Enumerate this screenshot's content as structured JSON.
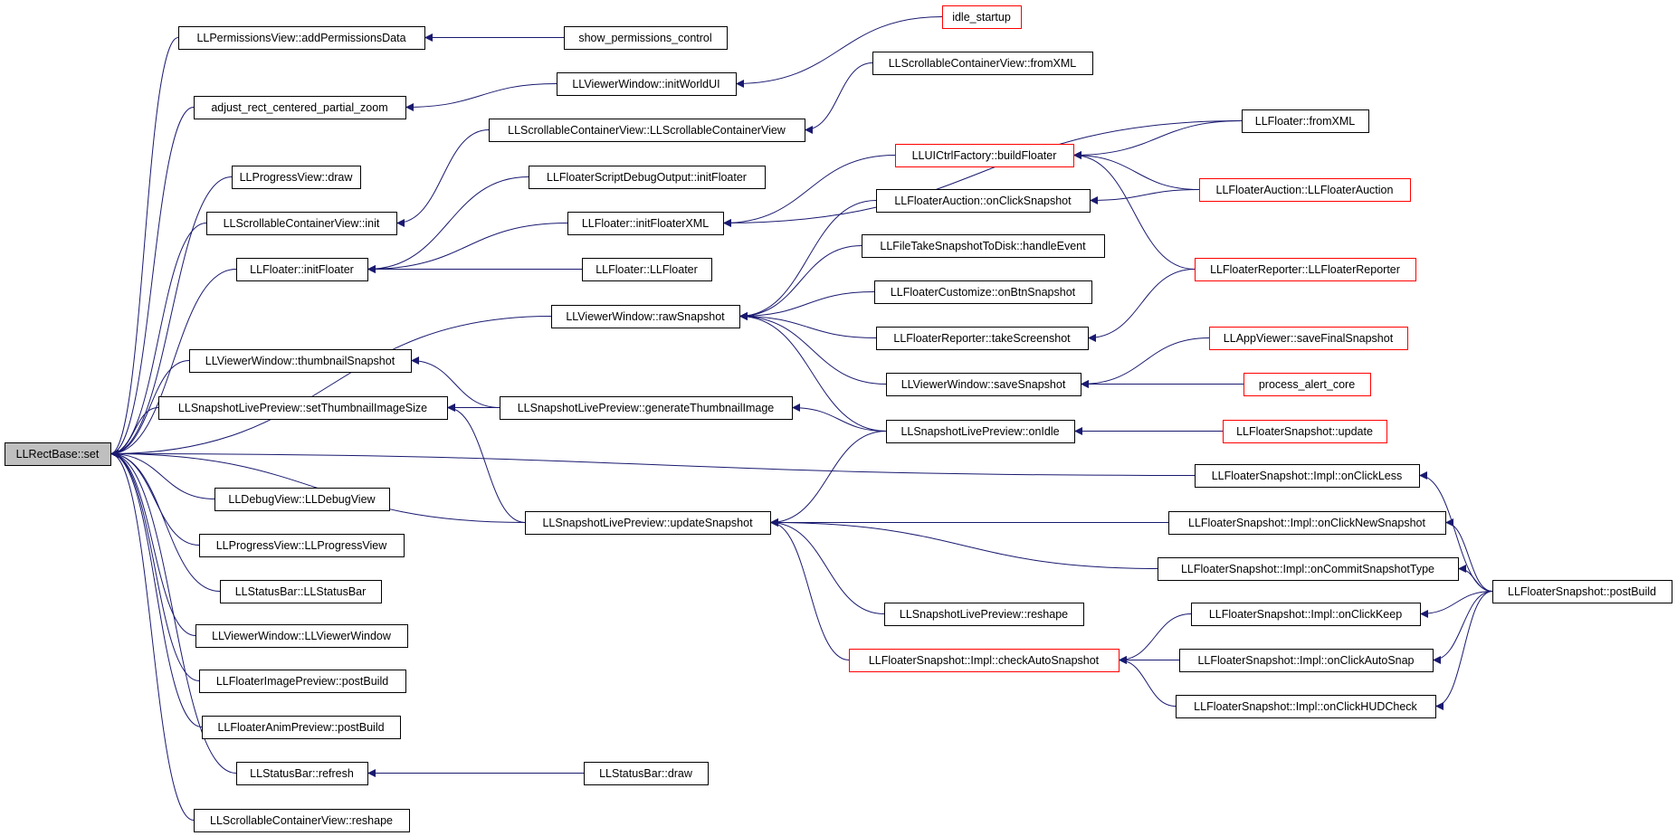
{
  "diagram": {
    "type": "caller-graph",
    "edge_color": "#191970",
    "highlight_border_color": "#ff0000",
    "nodes": [
      {
        "id": "n0",
        "label": "LLRectBase::set",
        "root": true
      },
      {
        "id": "n1",
        "label": "LLPermissionsView::addPermissionsData"
      },
      {
        "id": "n2",
        "label": "show_permissions_control"
      },
      {
        "id": "n3",
        "label": "adjust_rect_centered_partial_zoom"
      },
      {
        "id": "n4",
        "label": "LLViewerWindow::initWorldUI"
      },
      {
        "id": "n5",
        "label": "idle_startup",
        "red": true
      },
      {
        "id": "n6",
        "label": "LLProgressView::draw"
      },
      {
        "id": "n7",
        "label": "LLScrollableContainerView::init"
      },
      {
        "id": "n8",
        "label": "LLScrollableContainerView::LLScrollableContainerView"
      },
      {
        "id": "n9",
        "label": "LLScrollableContainerView::fromXML"
      },
      {
        "id": "n10",
        "label": "LLFloater::initFloater"
      },
      {
        "id": "n11",
        "label": "LLFloaterScriptDebugOutput::initFloater"
      },
      {
        "id": "n12",
        "label": "LLFloater::initFloaterXML"
      },
      {
        "id": "n13",
        "label": "LLFloater::LLFloater"
      },
      {
        "id": "n14",
        "label": "LLUICtrlFactory::buildFloater",
        "red": true
      },
      {
        "id": "n15",
        "label": "LLFloater::fromXML"
      },
      {
        "id": "n16",
        "label": "LLFloaterAuction::onClickSnapshot"
      },
      {
        "id": "n17",
        "label": "LLFloaterAuction::LLFloaterAuction",
        "red": true
      },
      {
        "id": "n18",
        "label": "LLFileTakeSnapshotToDisk::handleEvent"
      },
      {
        "id": "n19",
        "label": "LLFloaterReporter::LLFloaterReporter",
        "red": true
      },
      {
        "id": "n20",
        "label": "LLFloaterCustomize::onBtnSnapshot"
      },
      {
        "id": "n21",
        "label": "LLViewerWindow::rawSnapshot"
      },
      {
        "id": "n22",
        "label": "LLFloaterReporter::takeScreenshot"
      },
      {
        "id": "n23",
        "label": "LLAppViewer::saveFinalSnapshot",
        "red": true
      },
      {
        "id": "n24",
        "label": "LLViewerWindow::thumbnailSnapshot"
      },
      {
        "id": "n25",
        "label": "LLViewerWindow::saveSnapshot"
      },
      {
        "id": "n26",
        "label": "process_alert_core",
        "red": true
      },
      {
        "id": "n27",
        "label": "LLSnapshotLivePreview::setThumbnailImageSize"
      },
      {
        "id": "n28",
        "label": "LLSnapshotLivePreview::generateThumbnailImage"
      },
      {
        "id": "n29",
        "label": "LLSnapshotLivePreview::onIdle"
      },
      {
        "id": "n30",
        "label": "LLFloaterSnapshot::update",
        "red": true
      },
      {
        "id": "n31",
        "label": "LLFloaterSnapshot::Impl::onClickLess"
      },
      {
        "id": "n32",
        "label": "LLDebugView::LLDebugView"
      },
      {
        "id": "n33",
        "label": "LLSnapshotLivePreview::updateSnapshot"
      },
      {
        "id": "n34",
        "label": "LLFloaterSnapshot::Impl::onClickNewSnapshot"
      },
      {
        "id": "n35",
        "label": "LLProgressView::LLProgressView"
      },
      {
        "id": "n36",
        "label": "LLFloaterSnapshot::Impl::onCommitSnapshotType"
      },
      {
        "id": "n37",
        "label": "LLStatusBar::LLStatusBar"
      },
      {
        "id": "n38",
        "label": "LLFloaterSnapshot::postBuild"
      },
      {
        "id": "n39",
        "label": "LLSnapshotLivePreview::reshape"
      },
      {
        "id": "n40",
        "label": "LLFloaterSnapshot::Impl::onClickKeep"
      },
      {
        "id": "n41",
        "label": "LLViewerWindow::LLViewerWindow"
      },
      {
        "id": "n42",
        "label": "LLFloaterSnapshot::Impl::checkAutoSnapshot",
        "red": true
      },
      {
        "id": "n43",
        "label": "LLFloaterSnapshot::Impl::onClickAutoSnap"
      },
      {
        "id": "n44",
        "label": "LLFloaterImagePreview::postBuild"
      },
      {
        "id": "n45",
        "label": "LLFloaterSnapshot::Impl::onClickHUDCheck"
      },
      {
        "id": "n46",
        "label": "LLFloaterAnimPreview::postBuild"
      },
      {
        "id": "n47",
        "label": "LLStatusBar::refresh"
      },
      {
        "id": "n48",
        "label": "LLStatusBar::draw"
      },
      {
        "id": "n49",
        "label": "LLScrollableContainerView::reshape"
      }
    ],
    "edges": [
      {
        "from": "n1",
        "to": "n0"
      },
      {
        "from": "n3",
        "to": "n0"
      },
      {
        "from": "n6",
        "to": "n0"
      },
      {
        "from": "n7",
        "to": "n0"
      },
      {
        "from": "n10",
        "to": "n0"
      },
      {
        "from": "n21",
        "to": "n0"
      },
      {
        "from": "n24",
        "to": "n0"
      },
      {
        "from": "n27",
        "to": "n0"
      },
      {
        "from": "n33",
        "to": "n0"
      },
      {
        "from": "n31",
        "to": "n0"
      },
      {
        "from": "n32",
        "to": "n0"
      },
      {
        "from": "n35",
        "to": "n0"
      },
      {
        "from": "n37",
        "to": "n0"
      },
      {
        "from": "n41",
        "to": "n0"
      },
      {
        "from": "n44",
        "to": "n0"
      },
      {
        "from": "n46",
        "to": "n0"
      },
      {
        "from": "n47",
        "to": "n0"
      },
      {
        "from": "n49",
        "to": "n0"
      },
      {
        "from": "n2",
        "to": "n1"
      },
      {
        "from": "n4",
        "to": "n3"
      },
      {
        "from": "n5",
        "to": "n4"
      },
      {
        "from": "n8",
        "to": "n7"
      },
      {
        "from": "n9",
        "to": "n8"
      },
      {
        "from": "n11",
        "to": "n10"
      },
      {
        "from": "n12",
        "to": "n10"
      },
      {
        "from": "n13",
        "to": "n10"
      },
      {
        "from": "n14",
        "to": "n12"
      },
      {
        "from": "n15",
        "to": "n12"
      },
      {
        "from": "n15",
        "to": "n14"
      },
      {
        "from": "n17",
        "to": "n14"
      },
      {
        "from": "n19",
        "to": "n14"
      },
      {
        "from": "n16",
        "to": "n21"
      },
      {
        "from": "n18",
        "to": "n21"
      },
      {
        "from": "n20",
        "to": "n21"
      },
      {
        "from": "n22",
        "to": "n21"
      },
      {
        "from": "n25",
        "to": "n21"
      },
      {
        "from": "n29",
        "to": "n21"
      },
      {
        "from": "n17",
        "to": "n16"
      },
      {
        "from": "n19",
        "to": "n22"
      },
      {
        "from": "n23",
        "to": "n25"
      },
      {
        "from": "n26",
        "to": "n25"
      },
      {
        "from": "n28",
        "to": "n24"
      },
      {
        "from": "n28",
        "to": "n27"
      },
      {
        "from": "n33",
        "to": "n27"
      },
      {
        "from": "n29",
        "to": "n28"
      },
      {
        "from": "n30",
        "to": "n29"
      },
      {
        "from": "n29",
        "to": "n33"
      },
      {
        "from": "n34",
        "to": "n33"
      },
      {
        "from": "n36",
        "to": "n33"
      },
      {
        "from": "n39",
        "to": "n33"
      },
      {
        "from": "n42",
        "to": "n33"
      },
      {
        "from": "n38",
        "to": "n31"
      },
      {
        "from": "n38",
        "to": "n34"
      },
      {
        "from": "n38",
        "to": "n36"
      },
      {
        "from": "n38",
        "to": "n40"
      },
      {
        "from": "n38",
        "to": "n43"
      },
      {
        "from": "n38",
        "to": "n45"
      },
      {
        "from": "n40",
        "to": "n42"
      },
      {
        "from": "n43",
        "to": "n42"
      },
      {
        "from": "n45",
        "to": "n42"
      },
      {
        "from": "n48",
        "to": "n47"
      }
    ]
  }
}
